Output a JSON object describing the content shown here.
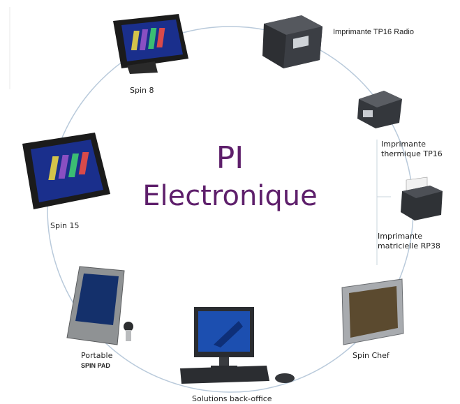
{
  "title": {
    "line1": "PI",
    "line2": "Electronique"
  },
  "devices": {
    "spin8": {
      "label": "Spin 8"
    },
    "tp16radio": {
      "label": "Imprimante TP16 Radio"
    },
    "tp16": {
      "line1": "Imprimante",
      "line2": "thermique TP16"
    },
    "rp38": {
      "line1": "Imprimante",
      "line2": "matricielle RP38"
    },
    "spinchef": {
      "label": "Spin Chef"
    },
    "backoffice": {
      "label": "Solutions back-office"
    },
    "portable": {
      "line1": "Portable",
      "line2": "SPIN PAD"
    },
    "spin15": {
      "label": "Spin 15"
    }
  },
  "colors": {
    "title": "#5e1f6b",
    "ring": "#b9cadb",
    "screen": "#1a2f8c"
  }
}
